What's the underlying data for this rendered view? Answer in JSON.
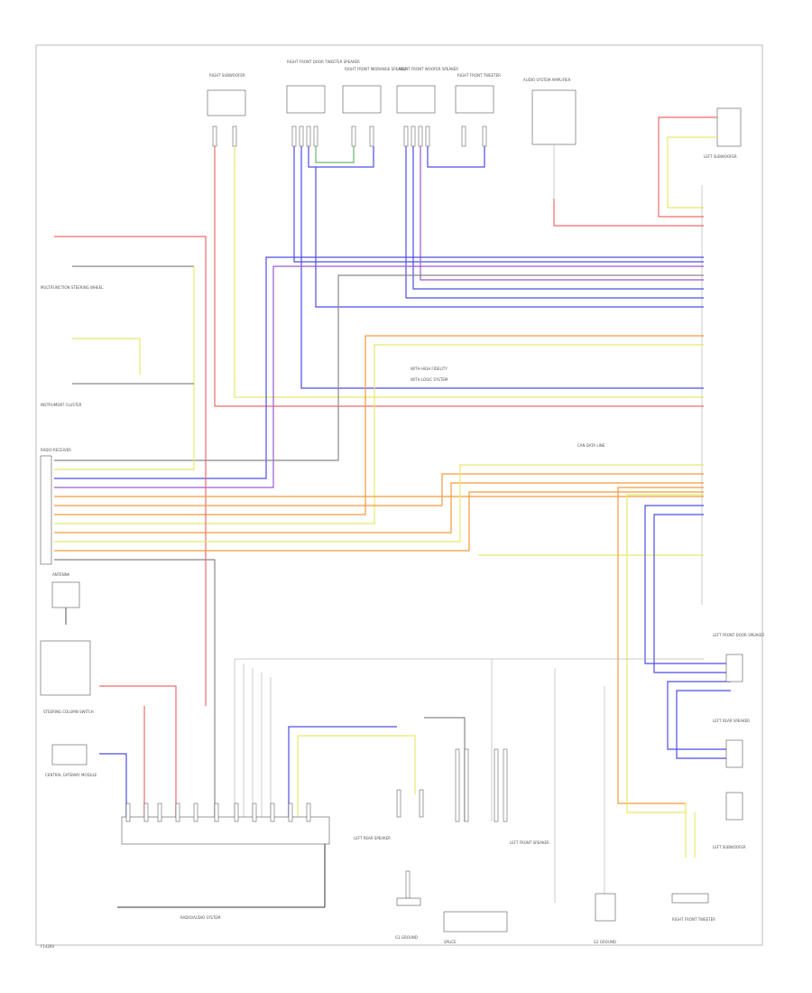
{
  "page": {
    "footer_code": "F14260"
  },
  "colors": {
    "red": "#f06a6a",
    "yellow": "#e8e86a",
    "blue": "#4d4de6",
    "orange": "#f59a3c",
    "gray": "#888888",
    "green": "#6ab46a",
    "violet": "#9a5ad0",
    "black": "#222222"
  },
  "components": {
    "c1": "RIGHT SUBWOOFER",
    "c2": "RIGHT FRONT DOOR TWEETER SPEAKER",
    "c3": "RIGHT FRONT MIDRANGE SPEAKER",
    "c4": "RIGHT FRONT WOOFER SPEAKER",
    "c5": "RIGHT FRONT TWEETER",
    "c6": "AUDIO SYSTEM AMPLIFIER",
    "c7": "LEFT SUBWOOFER",
    "c8": "LEFT REAR SPEAKER",
    "c9": "LEFT FRONT SPEAKER",
    "c10": "LEFT REAR SPEAKER",
    "c11": "LEFT FRONT DOOR SPEAKER",
    "c12": "MULTIFUNCTION STEERING WHEEL",
    "c13": "INSTRUMENT CLUSTER",
    "c14": "RADIO RECEIVER",
    "c15": "ANTENNA",
    "c16": "STEERING COLUMN SWITCH",
    "c17": "G1 GROUND",
    "c18": "G2 GROUND",
    "c19": "SPLICE",
    "c20": "CENTRAL GATEWAY MODULE",
    "c21": "RADIO/AUDIO SYSTEM"
  },
  "notes": {
    "n1": "WITH HIGH FIDELITY",
    "n2": "WITH LOGIC SYSTEM",
    "n3": "CAN DATA LINE"
  }
}
